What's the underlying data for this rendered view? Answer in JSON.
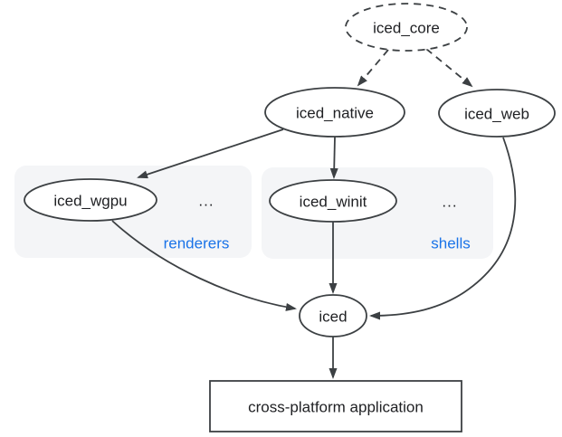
{
  "diagram": {
    "description": "iced crate dependency graph",
    "nodes": {
      "iced_core": {
        "label": "iced_core",
        "shape": "dashed-ellipse"
      },
      "iced_native": {
        "label": "iced_native",
        "shape": "ellipse"
      },
      "iced_web": {
        "label": "iced_web",
        "shape": "ellipse"
      },
      "iced_wgpu": {
        "label": "iced_wgpu",
        "shape": "ellipse"
      },
      "iced_winit": {
        "label": "iced_winit",
        "shape": "ellipse"
      },
      "iced": {
        "label": "iced",
        "shape": "ellipse"
      },
      "application": {
        "label": "cross-platform application",
        "shape": "rectangle"
      }
    },
    "groups": {
      "renderers": {
        "label": "renderers",
        "ellipsis": "...",
        "members": [
          "iced_wgpu"
        ]
      },
      "shells": {
        "label": "shells",
        "ellipsis": "...",
        "members": [
          "iced_winit"
        ]
      }
    },
    "edges": [
      {
        "from": "iced_core",
        "to": "iced_native",
        "style": "dashed-arrow"
      },
      {
        "from": "iced_core",
        "to": "iced_web",
        "style": "dashed-arrow"
      },
      {
        "from": "iced_native",
        "to": "iced_wgpu",
        "style": "solid-arrow"
      },
      {
        "from": "iced_native",
        "to": "iced_winit",
        "style": "solid-arrow"
      },
      {
        "from": "iced_wgpu",
        "to": "iced",
        "style": "solid-arrow-curved"
      },
      {
        "from": "iced_winit",
        "to": "iced",
        "style": "solid-arrow"
      },
      {
        "from": "iced_web",
        "to": "iced",
        "style": "solid-arrow-curved"
      },
      {
        "from": "iced",
        "to": "application",
        "style": "solid-arrow"
      }
    ],
    "colors": {
      "stroke": "#3c4043",
      "text": "#202124",
      "group_label": "#1a73e8",
      "group_fill": "#f4f5f7",
      "background": "#ffffff"
    }
  }
}
